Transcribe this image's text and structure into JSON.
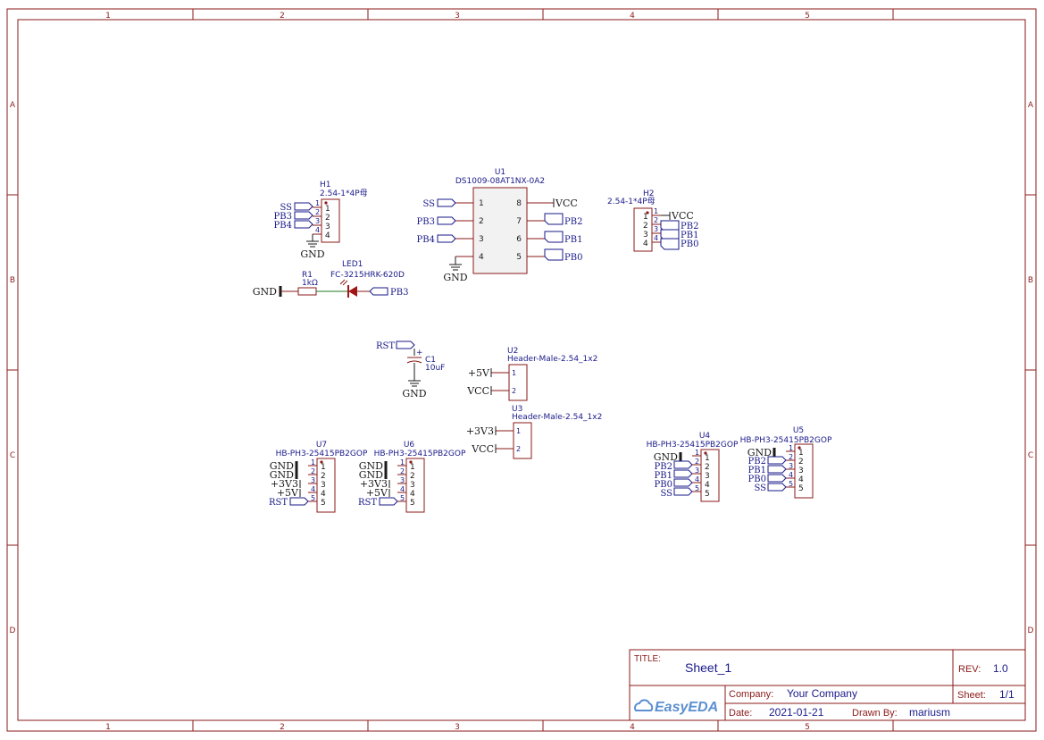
{
  "frame": {
    "col_labels": [
      "1",
      "2",
      "3",
      "4",
      "5"
    ],
    "row_labels": [
      "A",
      "B",
      "C",
      "D"
    ]
  },
  "title_block": {
    "title_label": "TITLE:",
    "title": "Sheet_1",
    "rev_label": "REV:",
    "rev": "1.0",
    "company_label": "Company:",
    "company": "Your Company",
    "sheet_label": "Sheet:",
    "sheet": "1/1",
    "date_label": "Date:",
    "date": "2021-01-21",
    "drawn_label": "Drawn By:",
    "drawn_by": "mariusm",
    "logo": "EasyEDA"
  },
  "components": {
    "h1": {
      "ref": "H1",
      "value": "2.54-1*4P母",
      "pins": [
        "1",
        "2",
        "3",
        "4"
      ],
      "nets": [
        "SS",
        "PB3",
        "PB4"
      ],
      "gnd": "GND"
    },
    "u1": {
      "ref": "U1",
      "value": "DS1009-08AT1NX-0A2",
      "left_pins": [
        "1",
        "2",
        "3",
        "4"
      ],
      "right_pins": [
        "8",
        "7",
        "6",
        "5"
      ],
      "left_nets": [
        "SS",
        "PB3",
        "PB4"
      ],
      "gnd": "GND",
      "vcc": "VCC",
      "right_nets": [
        "PB2",
        "PB1",
        "PB0"
      ]
    },
    "h2": {
      "ref": "H2",
      "value": "2.54-1*4P母",
      "pins": [
        "1",
        "2",
        "3",
        "4"
      ],
      "vcc": "VCC",
      "nets": [
        "PB2",
        "PB1",
        "PB0"
      ]
    },
    "led1": {
      "ref": "LED1",
      "value": "FC-3215HRK-620D",
      "net": "PB3"
    },
    "r1": {
      "ref": "R1",
      "value": "1kΩ",
      "gnd": "GND"
    },
    "c1": {
      "ref": "C1",
      "value": "10uF",
      "net": "RST",
      "gnd": "GND",
      "plus": "+"
    },
    "u2": {
      "ref": "U2",
      "value": "Header-Male-2.54_1x2",
      "pins": [
        "1",
        "2"
      ],
      "nets": [
        "+5V",
        "VCC"
      ]
    },
    "u3": {
      "ref": "U3",
      "value": "Header-Male-2.54_1x2",
      "pins": [
        "1",
        "2"
      ],
      "nets": [
        "+3V3",
        "VCC"
      ]
    },
    "u7": {
      "ref": "U7",
      "value": "HB-PH3-25415PB2GOP",
      "pins": [
        "1",
        "2",
        "3",
        "4",
        "5"
      ],
      "nets": [
        "GND",
        "GND",
        "+3V3",
        "+5V",
        "RST"
      ]
    },
    "u6": {
      "ref": "U6",
      "value": "HB-PH3-25415PB2GOP",
      "pins": [
        "1",
        "2",
        "3",
        "4",
        "5"
      ],
      "nets": [
        "GND",
        "GND",
        "+3V3",
        "+5V",
        "RST"
      ]
    },
    "u4": {
      "ref": "U4",
      "value": "HB-PH3-25415PB2GOP",
      "pins": [
        "1",
        "2",
        "3",
        "4",
        "5"
      ],
      "nets": [
        "GND",
        "PB2",
        "PB1",
        "PB0",
        "SS"
      ]
    },
    "u5": {
      "ref": "U5",
      "value": "HB-PH3-25415PB2GOP",
      "pins": [
        "1",
        "2",
        "3",
        "4",
        "5"
      ],
      "nets": [
        "GND",
        "PB2",
        "PB1",
        "PB0",
        "SS"
      ]
    }
  },
  "colors": {
    "frame": "#8b1a1a",
    "net_label": "#1a1a8a",
    "wire": "#1e7a1e",
    "logo": "#5b8fd1"
  }
}
